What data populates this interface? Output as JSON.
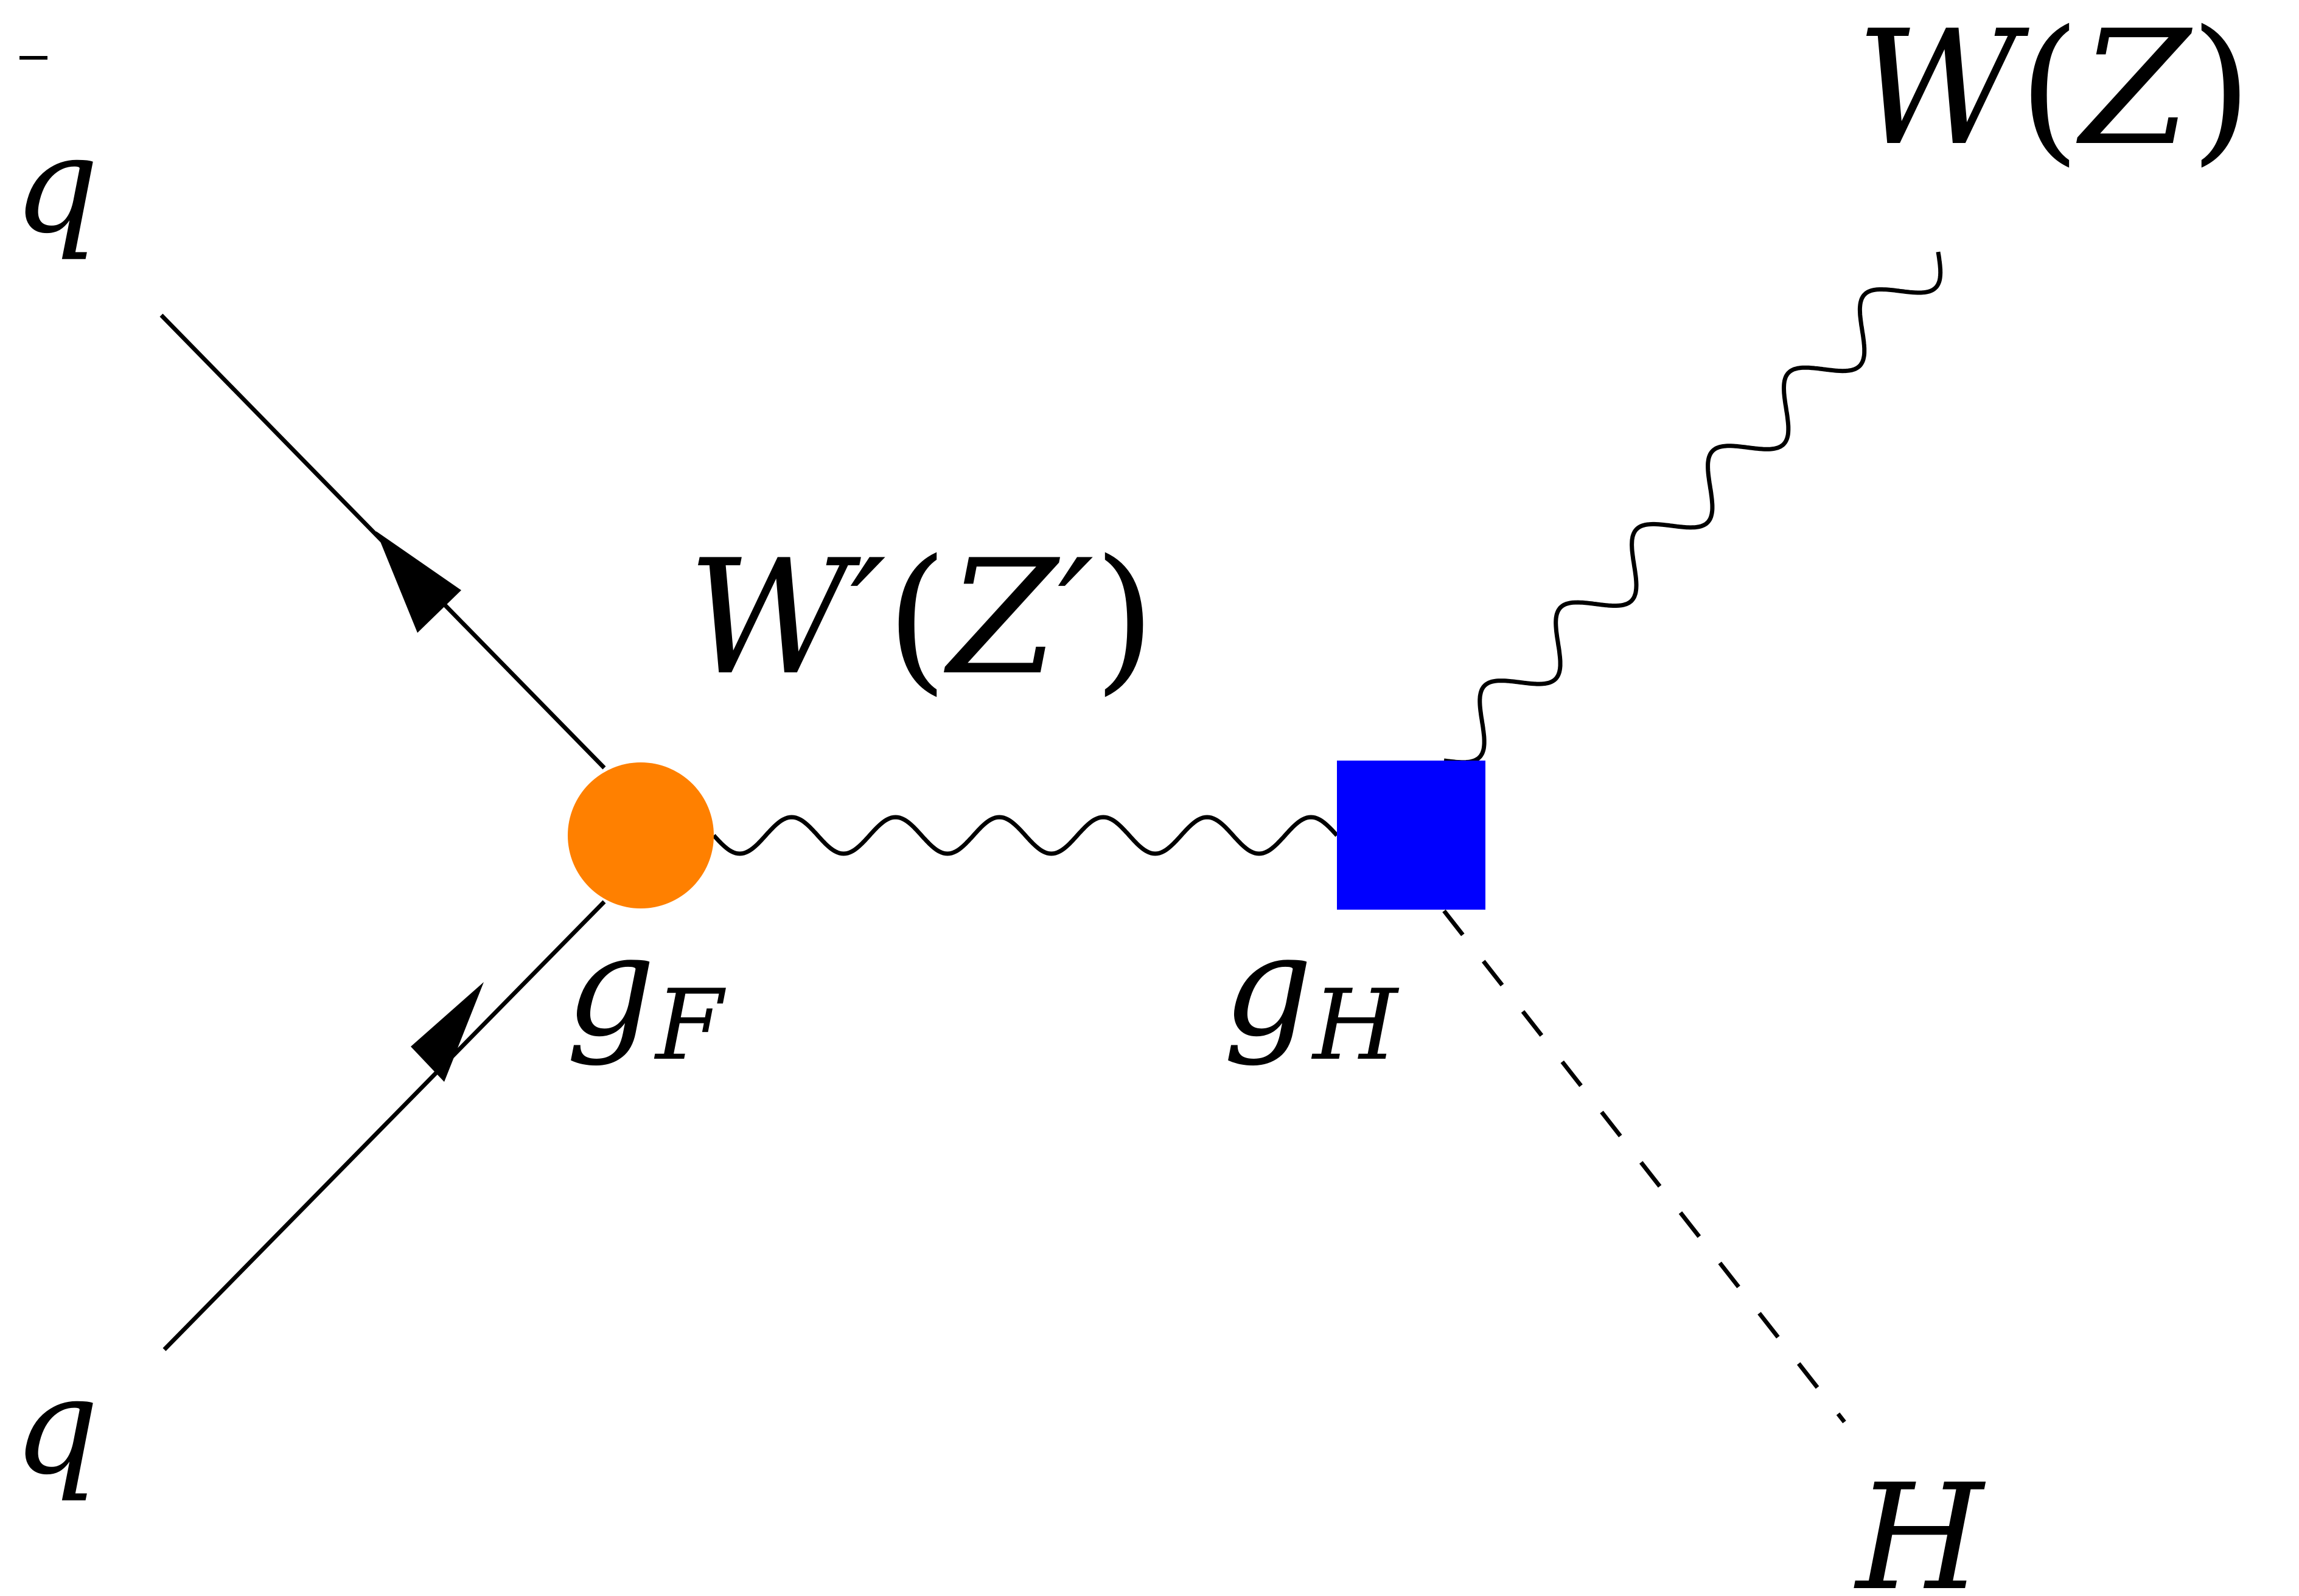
{
  "diagram": {
    "title": "Feynman diagram: q q-bar -> W'(Z') -> W(Z) H",
    "particles": {
      "antiquark": "q",
      "quark": "q",
      "mediator": "W′",
      "mediator_alt": "Z′",
      "vector_boson": "W",
      "vector_boson_alt": "Z",
      "higgs": "H"
    },
    "couplings": {
      "fermion": {
        "symbol": "g",
        "subscript": "F"
      },
      "higgs": {
        "symbol": "g",
        "subscript": "H"
      }
    },
    "colors": {
      "fermion_vertex": "#ff8000",
      "higgs_vertex": "#0000ff",
      "lines": "#000000"
    }
  }
}
